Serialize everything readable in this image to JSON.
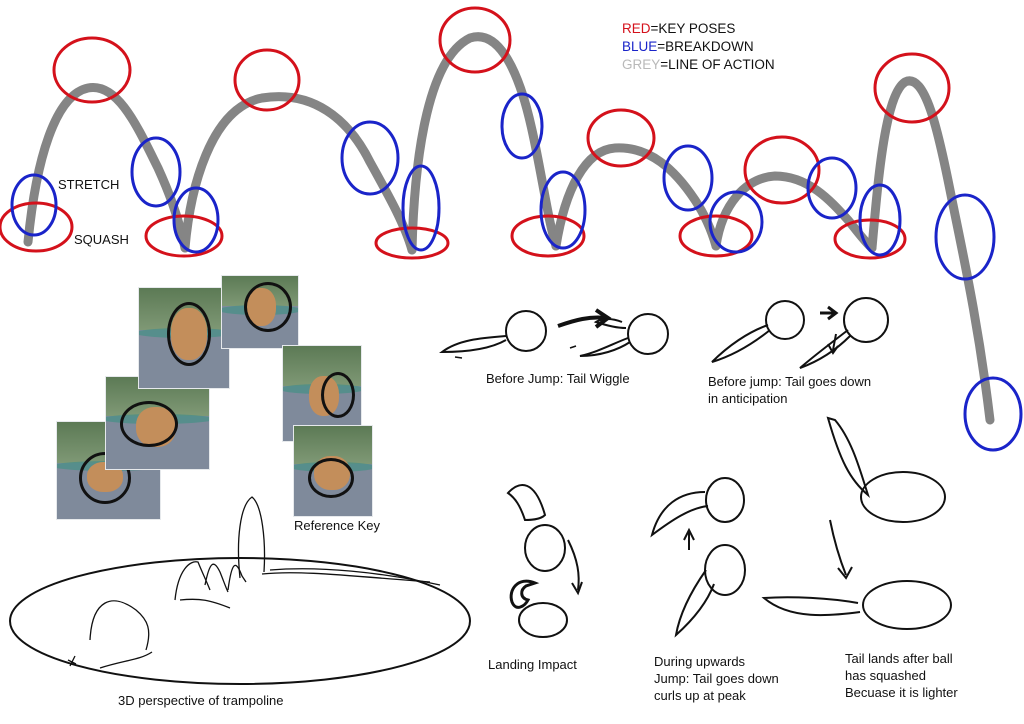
{
  "legend": {
    "key_poses": {
      "word": "RED",
      "rest": "=KEY POSES",
      "color": "#d4111b"
    },
    "breakdown": {
      "word": "BLUE",
      "rest": "=BREAKDOWN",
      "color": "#1a24c9"
    },
    "line_of_action": {
      "word": "GREY",
      "rest": "=LINE OF ACTION",
      "color": "#b9b9b9"
    }
  },
  "colors": {
    "key_pose": "#d4111b",
    "breakdown": "#1a24c9",
    "line_of_action": "#858585",
    "ink": "#111111"
  },
  "labels": {
    "stretch": "STRETCH",
    "squash": "SQUASH",
    "reference_key": "Reference Key",
    "trampoline": "3D perspective of trampoline",
    "tail_wiggle": "Before Jump: Tail Wiggle",
    "tail_down_1": "Before jump: Tail goes down",
    "tail_down_2": "in anticipation",
    "landing": "Landing Impact",
    "upwards_1": "During upwards",
    "upwards_2": "Jump: Tail goes down",
    "upwards_3": "curls up at peak",
    "lands_1": "Tail lands after ball",
    "lands_2": "has squashed",
    "lands_3": "Becuase it is lighter"
  }
}
